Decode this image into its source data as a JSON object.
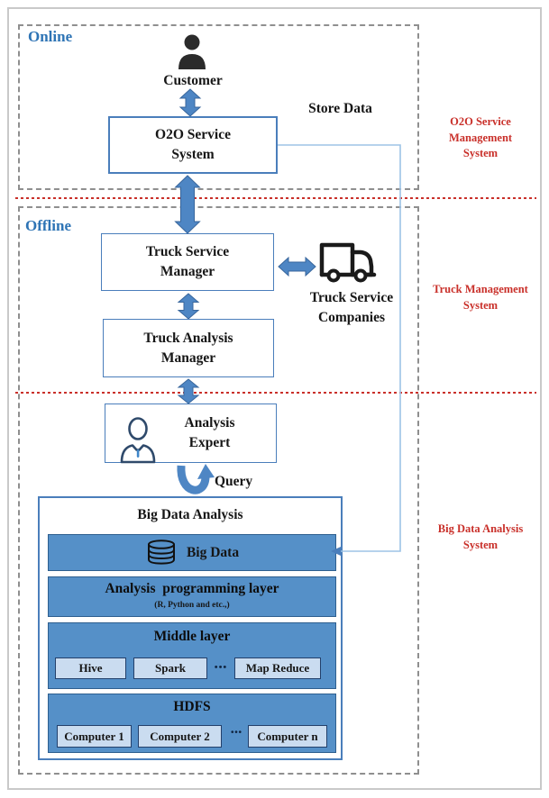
{
  "sections": {
    "online": {
      "label": "Online",
      "customer": "Customer",
      "o2o_box": "O2O Service\nSystem",
      "store_data": "Store Data"
    },
    "offline": {
      "label": "Offline",
      "truck_service_manager": "Truck Service\nManager",
      "truck_service_companies": "Truck Service\nCompanies",
      "truck_analysis_manager": "Truck Analysis\nManager",
      "analysis_expert": "Analysis\nExpert",
      "query": "Query"
    },
    "big_data": {
      "title": "Big Data Analysis",
      "layers": {
        "big_data": "Big Data",
        "programming_title": "Analysis  programming layer",
        "programming_sub": "(R, Python and etc.,)",
        "middle_title": "Middle layer",
        "hive": "Hive",
        "spark": "Spark",
        "middle_dots": "•••",
        "map_reduce": "Map Reduce",
        "hdfs_title": "HDFS",
        "computer_1": "Computer 1",
        "computer_2": "Computer 2",
        "hdfs_dots": "...",
        "computer_n": "Computer n"
      }
    }
  },
  "side_labels": {
    "o2o": "O2O Service\nManagement\nSystem",
    "truck": "Truck Management\nSystem",
    "big_data": "Big Data Analysis\nSystem"
  },
  "icons": {
    "customer": "person-silhouette",
    "truck": "truck-outline",
    "analysis_expert": "analyst-person-outline",
    "big_data": "database-cylinder",
    "query": "curved-u-arrow",
    "flow": "double-headed-block-arrow"
  },
  "colors": {
    "accent": "#2e74b5",
    "red": "#c9302a",
    "border": "#4a7ebb",
    "layer": "#5590c8",
    "layerline": "#2e5f8f",
    "subbox": "#cadcf0",
    "subline": "#23406b",
    "arrow": "#4e86c4",
    "arrowline": "#38669c",
    "connector": "#9dc3e6",
    "gray": "#8f8f8f"
  }
}
